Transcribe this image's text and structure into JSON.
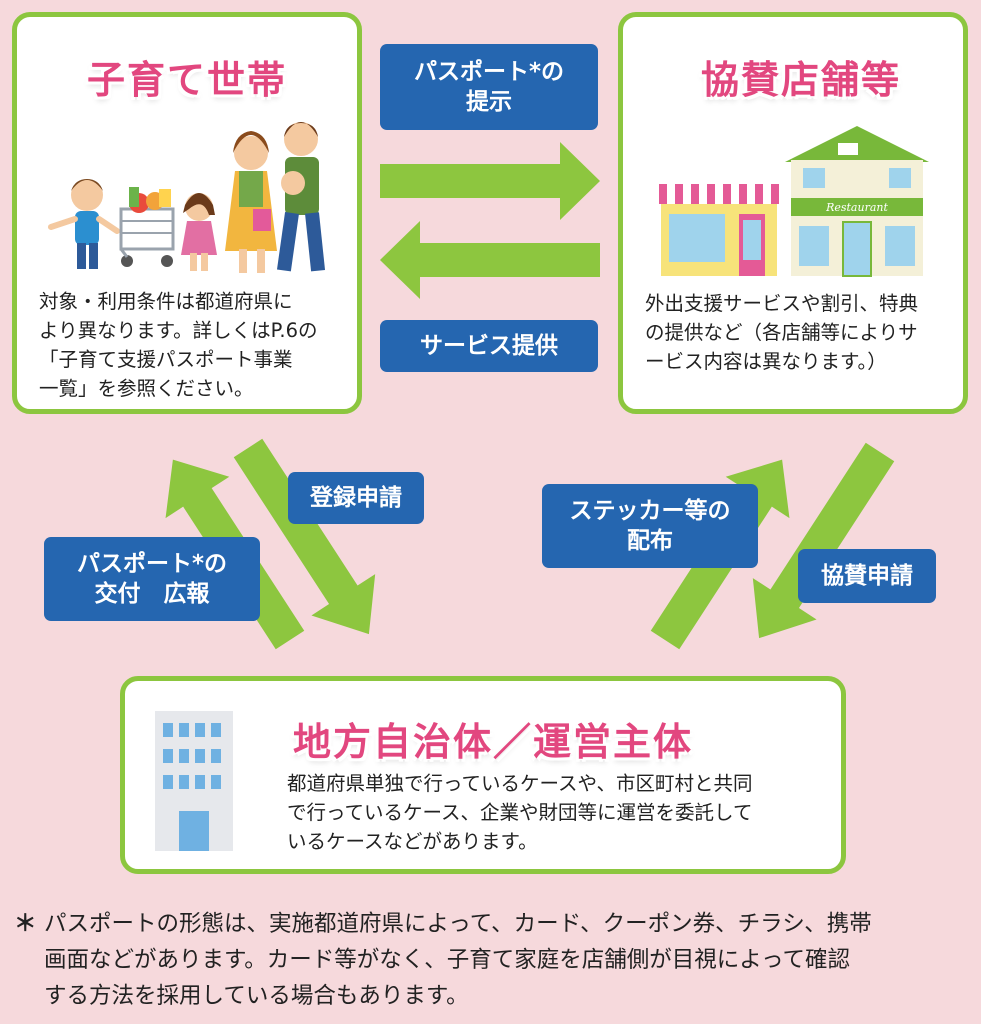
{
  "household": {
    "title": "子育て世帯",
    "desc": [
      "対象・利用条件は都道府県に",
      "より異なります。詳しくはP.6の",
      "「子育て支援パスポート事業",
      "一覧」を参照ください。"
    ]
  },
  "stores": {
    "title": "協賛店舗等",
    "desc": [
      "外出支援サービスや割引、特典",
      "の提供など（各店舗等によりサ",
      "ービス内容は異なります。）"
    ],
    "sign": "Restaurant"
  },
  "government": {
    "title": "地方自治体／運営主体",
    "desc": [
      "都道府県単独で行っているケースや、市区町村と共同",
      "で行っているケース、企業や財団等に運営を委託して",
      "いるケースなどがあります。"
    ]
  },
  "labels": {
    "passport_show": [
      "パスポート*の",
      "提示"
    ],
    "service": [
      "サービス提供"
    ],
    "register": [
      "登録申請"
    ],
    "passport_issue": [
      "パスポート*の",
      "交付　広報"
    ],
    "sticker": [
      "ステッカー等の",
      "配布"
    ],
    "sponsor": [
      "協賛申請"
    ]
  },
  "footnote": {
    "mark": "＊",
    "lines": [
      "パスポートの形態は、実施都道府県によって、カード、クーポン券、チラシ、携帯",
      "画面などがあります。カード等がなく、子育て家庭を店舗側が目視によって確認",
      "する方法を採用している場合もあります。"
    ]
  },
  "colors": {
    "green": "#8cc63f",
    "arrow": "#8dc63f",
    "pink": "#e2477f",
    "blue": "#2566b0",
    "background": "#f6d9dc"
  }
}
